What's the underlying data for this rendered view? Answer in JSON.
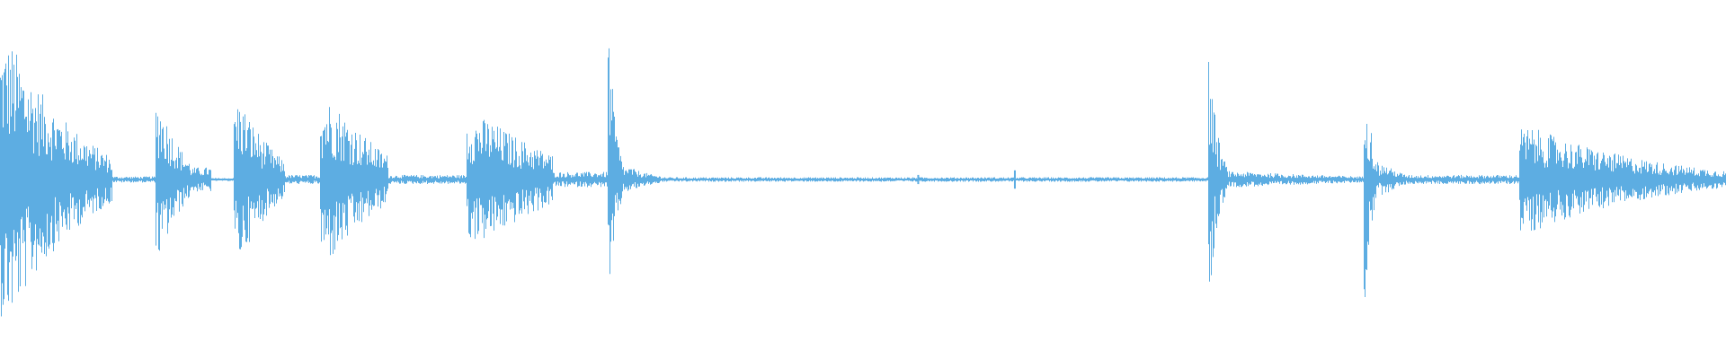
{
  "waveform": {
    "color": "#5dade2",
    "background": "#ffffff",
    "segments": [
      {
        "start": 0.0,
        "end": 0.065,
        "peak": 0.9,
        "sustain": 0.55,
        "decay": 0.6
      },
      {
        "start": 0.065,
        "end": 0.09,
        "peak": 0.02,
        "sustain": 0.01,
        "decay": 0.0
      },
      {
        "start": 0.09,
        "end": 0.11,
        "peak": 0.52,
        "sustain": 0.35,
        "decay": 0.5
      },
      {
        "start": 0.11,
        "end": 0.122,
        "peak": 0.08,
        "sustain": 0.05,
        "decay": 0.0
      },
      {
        "start": 0.135,
        "end": 0.165,
        "peak": 0.52,
        "sustain": 0.4,
        "decay": 0.5
      },
      {
        "start": 0.165,
        "end": 0.185,
        "peak": 0.03,
        "sustain": 0.02,
        "decay": 0.0
      },
      {
        "start": 0.185,
        "end": 0.225,
        "peak": 0.52,
        "sustain": 0.45,
        "decay": 0.4
      },
      {
        "start": 0.225,
        "end": 0.27,
        "peak": 0.03,
        "sustain": 0.02,
        "decay": 0.0
      },
      {
        "start": 0.27,
        "end": 0.32,
        "peak": 0.4,
        "sustain": 0.35,
        "decay": 0.3
      },
      {
        "start": 0.32,
        "end": 0.352,
        "peak": 0.05,
        "sustain": 0.04,
        "decay": 0.0
      },
      {
        "start": 0.352,
        "end": 0.362,
        "peak": 1.0,
        "sustain": 0.5,
        "decay": 0.9
      },
      {
        "start": 0.362,
        "end": 0.385,
        "peak": 0.08,
        "sustain": 0.05,
        "decay": 0.5
      },
      {
        "start": 0.385,
        "end": 0.7,
        "peak": 0.015,
        "sustain": 0.01,
        "decay": 0.0
      },
      {
        "start": 0.7,
        "end": 0.712,
        "peak": 0.82,
        "sustain": 0.35,
        "decay": 0.9
      },
      {
        "start": 0.712,
        "end": 0.79,
        "peak": 0.05,
        "sustain": 0.02,
        "decay": 0.3
      },
      {
        "start": 0.79,
        "end": 0.8,
        "peak": 0.82,
        "sustain": 0.4,
        "decay": 0.9
      },
      {
        "start": 0.8,
        "end": 0.815,
        "peak": 0.1,
        "sustain": 0.06,
        "decay": 0.4
      },
      {
        "start": 0.815,
        "end": 0.88,
        "peak": 0.03,
        "sustain": 0.02,
        "decay": 0.0
      },
      {
        "start": 0.88,
        "end": 1.0,
        "peak": 0.34,
        "sustain": 0.14,
        "decay": 0.6
      }
    ],
    "blips": [
      {
        "pos": 0.532,
        "amp": 0.03
      },
      {
        "pos": 0.588,
        "amp": 0.06
      }
    ]
  }
}
